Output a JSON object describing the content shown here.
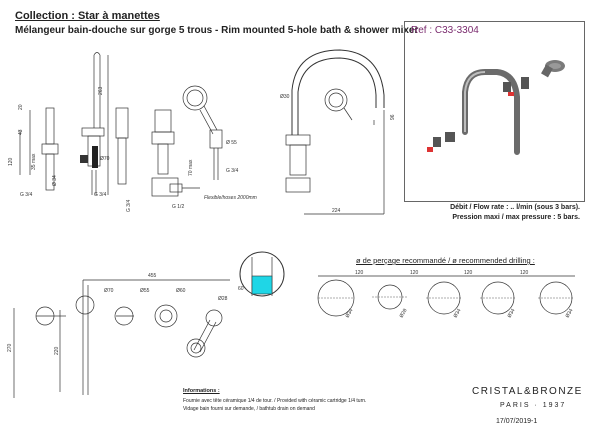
{
  "header": {
    "collection": "Collection : Star à manettes",
    "subtitle": "Mélangeur bain-douche sur gorge 5 trous - Rim mounted 5-hole bath & shower mixer"
  },
  "reference": {
    "label": "Ref : C33-3304"
  },
  "specs": {
    "flow": "Débit / Flow rate : .. l/min (sous 3 bars).",
    "pressure": "Pression maxi / max pressure : 5 bars."
  },
  "drilling": {
    "title": "ø de perçage recommandé / ø recommended drilling :",
    "spacing": [
      "120",
      "120",
      "120",
      "120"
    ],
    "hole_labels": [
      "Ø34",
      "Ø28",
      "Ø34",
      "Ø34",
      "Ø34"
    ]
  },
  "dimensions": {
    "side": [
      "263",
      "43",
      "20",
      "35 max",
      "120",
      "G 3/4",
      "G 3/4",
      "Ø70",
      "Ø 34"
    ],
    "middle": [
      "70 max",
      "G 1/2",
      "G 3/4",
      "Ø 55",
      "G 3/4",
      "Flexible/hoses 2000mm"
    ],
    "right": [
      "Ø30",
      "96",
      "224"
    ],
    "top_view": [
      "455",
      "270",
      "220",
      "Ø70",
      "Ø55",
      "Ø60",
      "Ø28",
      "60"
    ]
  },
  "information": {
    "heading": "Informations :",
    "line1": "Fournie avec tête céramique 1/4 de tour. / Provided with céramic cartridge 1/4 turn.",
    "line2": "Vidage bain fourni sur demande, / bathtub drain on demand"
  },
  "brand": {
    "name": "CRISTAL&BRONZE",
    "city": "PARIS · 1937"
  },
  "date": "17/07/2019-1",
  "colors": {
    "ref": "#7a2b6e",
    "highlight": "#1fd6e6",
    "line": "#333333"
  }
}
